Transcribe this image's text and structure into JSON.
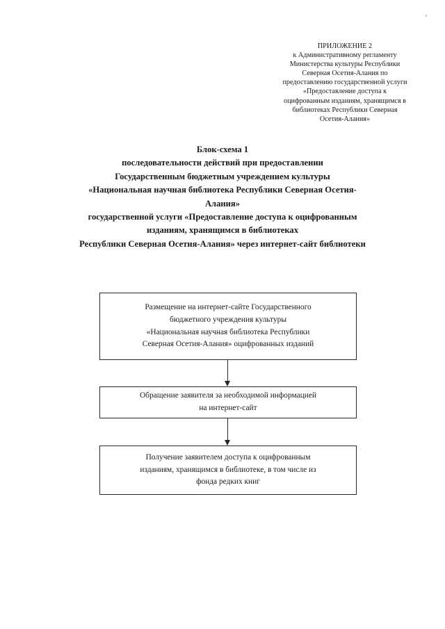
{
  "document": {
    "appendix_header": {
      "lines": [
        "ПРИЛОЖЕНИЕ 2",
        "к Административному регламенту",
        "Министерства культуры Республики",
        "Северная Осетия-Алания по",
        "предоставлению государственной услуги",
        "«Предоставление доступа к",
        "оцифрованным изданиям, хранящимся в",
        "библиотеках Республики Северная",
        "Осетия-Алания»"
      ]
    },
    "title": {
      "lines": [
        "Блок-схема 1",
        "последовательности действий при предоставлении",
        "Государственным бюджетным учреждением культуры",
        "«Национальная научная библиотека Республики Северная Осетия-",
        "Алания»",
        "государственной услуги «Предоставление доступа к оцифрованным",
        "изданиям, хранящимся в библиотеках",
        "Республики Северная Осетия-Алания» через интернет-сайт библиотеки"
      ]
    },
    "flowchart": {
      "nodes": [
        {
          "id": "node-1",
          "lines": [
            "Размещение на интернет-сайте Государственного",
            "бюджетного учреждения культуры",
            "«Национальная научная библиотека Республики",
            "Северная Осетия-Алания» оцифрованных изданий"
          ]
        },
        {
          "id": "node-2",
          "lines": [
            "Обращение заявителя за необходимой информацией",
            "на интернет-сайт"
          ]
        },
        {
          "id": "node-3",
          "lines": [
            "Получение заявителем доступа к оцифрованным",
            "изданиям, хранящимся в библиотеке, в том числе из",
            "фонда редких книг"
          ]
        }
      ],
      "connectors": [
        {
          "id": "connector-1",
          "from": "node-1",
          "to": "node-2",
          "direction": "down"
        },
        {
          "id": "connector-2",
          "from": "node-2",
          "to": "node-3",
          "direction": "down"
        }
      ]
    },
    "colors": {
      "page_background": "#ffffff",
      "text": "#1a1a1a",
      "node_border": "#262626",
      "connector": "#262626"
    }
  }
}
